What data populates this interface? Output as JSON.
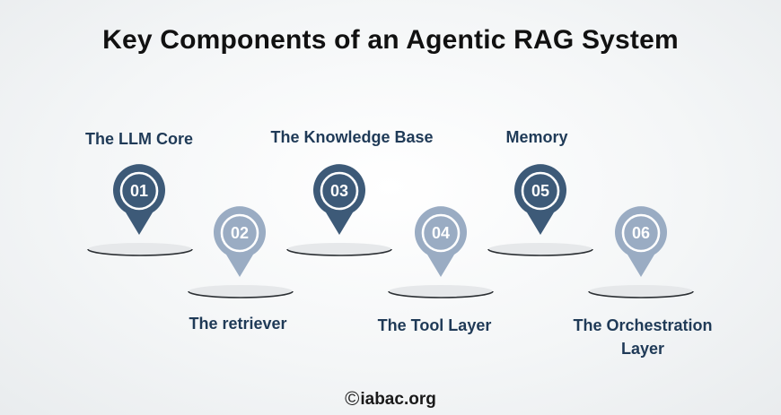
{
  "title": "Key Components of an Agentic RAG System",
  "colors": {
    "dark_pin": "#3d5a78",
    "light_pin": "#9aacc3",
    "label_text": "#1f3a57",
    "platform_top": "#e6e8ea",
    "platform_edge": "#2b2f33"
  },
  "components": [
    {
      "number": "01",
      "label": "The LLM Core",
      "pin_style": "dark"
    },
    {
      "number": "02",
      "label": "The retriever",
      "pin_style": "light"
    },
    {
      "number": "03",
      "label": "The Knowledge Base",
      "pin_style": "dark"
    },
    {
      "number": "04",
      "label": "The Tool Layer",
      "pin_style": "light"
    },
    {
      "number": "05",
      "label": "Memory",
      "pin_style": "dark"
    },
    {
      "number": "06",
      "label": "The Orchestration Layer",
      "pin_style": "light"
    }
  ],
  "footer": {
    "copyright_symbol": "©",
    "brand": "iabac.org"
  }
}
